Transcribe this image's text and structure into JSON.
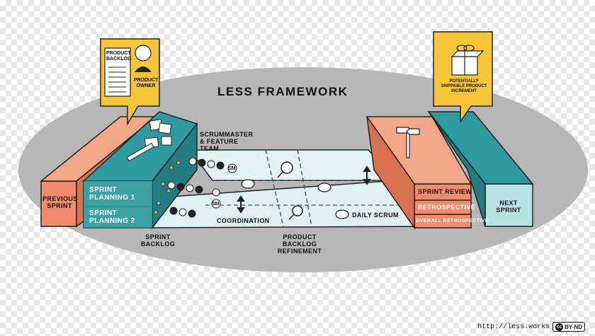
{
  "title": "LeSS FRAMEWORK",
  "labels": {
    "previous_sprint": "PREVIOUS SPRINT",
    "next_sprint": "NEXT SPRINT",
    "sprint_planning_1": "SPRINT PLANNING 1",
    "sprint_planning_2": "SPRINT PLANNING 2",
    "scrummaster_team": "SCRUMMASTER & FEATURE TEAM",
    "sprint_backlog": "SPRINT BACKLOG",
    "coordination": "COORDINATION",
    "product_backlog_refinement": "PRODUCT BACKLOG REFINEMENT",
    "daily_scrum": "DAILY SCRUM",
    "sprint_review": "SPRINT REVIEW",
    "retrospective": "RETROSPECTIVE",
    "overall_retrospective": "OVERALL RETROSPECTIVE",
    "product_backlog": "PRODUCT BACKLOG",
    "product_owner": "PRODUCT OWNER",
    "shippable_increment": "POTENTIALLY SHIPPABLE PRODUCT INCREMENT",
    "sm": "SM"
  },
  "footer": {
    "url": "http://less.works",
    "license_badge": "cc",
    "license": "BY-ND"
  },
  "colors": {
    "ellipse": "#b7b7b7",
    "salmon": "#f08c6d",
    "teal": "#2f9aa0",
    "teal_light": "#b9e2e6",
    "track": "#e4f3f6",
    "sign": "#f7c53a"
  },
  "icons": [
    "magnifier-icon",
    "speech-bubble-icon",
    "double-arrow-icon",
    "gift-icon",
    "signpost-icon",
    "person-icon"
  ]
}
